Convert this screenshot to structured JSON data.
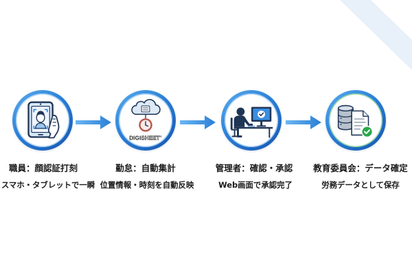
{
  "steps": [
    {
      "title": "職員：顔認証打刻",
      "subtitle": "スマホ・タブレットで一瞬",
      "icon": "tablet-face-scan-icon"
    },
    {
      "title": "勤怠：自動集計",
      "subtitle": "位置情報・時刻を自動反映",
      "icon": "cloud-server-clock-icon",
      "logo": {
        "part1": "DIGI",
        "part2": "SHEET",
        "mark": "®"
      }
    },
    {
      "title": "管理者：確認・承認",
      "subtitle": "Web画面で承認完了",
      "icon": "person-monitor-check-icon"
    },
    {
      "title": "教育委員会：データ確定",
      "subtitle": "労務データとして保存",
      "icon": "database-document-check-icon"
    }
  ],
  "connector_icon": "arrow-right-icon",
  "colors": {
    "ring": "#2a7fd6",
    "arrow": "#3a91e2",
    "navy": "#1f3555",
    "check_green": "#2aa84a",
    "clock": "#b8564c",
    "text": "#1b1b1b"
  }
}
